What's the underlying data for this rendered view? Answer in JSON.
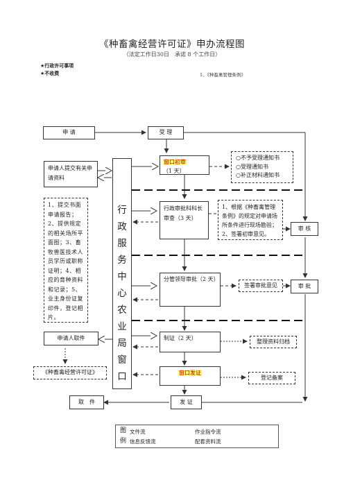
{
  "header": {
    "title": "《种畜禽经营许可证》申办流程图",
    "subtitle": "（法定工作日30日　承诺 8 个工作日）",
    "note1": "★行政许可事项",
    "note2": "★不收费",
    "law": "1、《种畜禽管理条例》"
  },
  "nodes": {
    "apply": "申  请",
    "accept": "受  理",
    "submit": "申请人提交有关申请资料",
    "materials": "1、提交书面申请报告；2、提供规定的相关场所平面图；3、畜牧兽医技术人员学历或职称证明；4、相应的育种资料和记录；5、业主身份证复印件，登记相片。",
    "window_chars": [
      "行",
      "政",
      "服",
      "务",
      "中",
      "心",
      "农",
      "业",
      "局",
      "窗",
      "口"
    ],
    "window_review": "窗口初审",
    "window_review_days": "（1 天）",
    "result_options": [
      "○不予受理通知书",
      "○受理通知书",
      "○补正材料通知书"
    ],
    "admin_review": "行政审批科科长审查（3 天）",
    "review_detail": "1、根据《种畜禽管理条例》的规定对申请场所条件进行现场勘验；2、签署初审意见。",
    "audit": "审 核",
    "leader_approval": "分管领导审批（2 天）",
    "sign_opinion": "签署审批意见",
    "approve": "审 批",
    "certify": "制证（2 天）",
    "archive": "整理资料归档",
    "issue_window": "窗口发证",
    "register": "登记备案",
    "applicant_pickup": "申请人取件",
    "license": "《种畜禽经营许可证》",
    "pickup": "取　件",
    "issue": "发  证"
  },
  "legend": {
    "tu": "图",
    "li": "例",
    "doc_flow": "文件流",
    "info_feedback": "信息反馈流",
    "work_cmd": "作业指令流",
    "material_flow": "配套资料流"
  },
  "colors": {
    "highlight": "#ffff66",
    "accent_text": "#c00000",
    "line": "#333333"
  }
}
